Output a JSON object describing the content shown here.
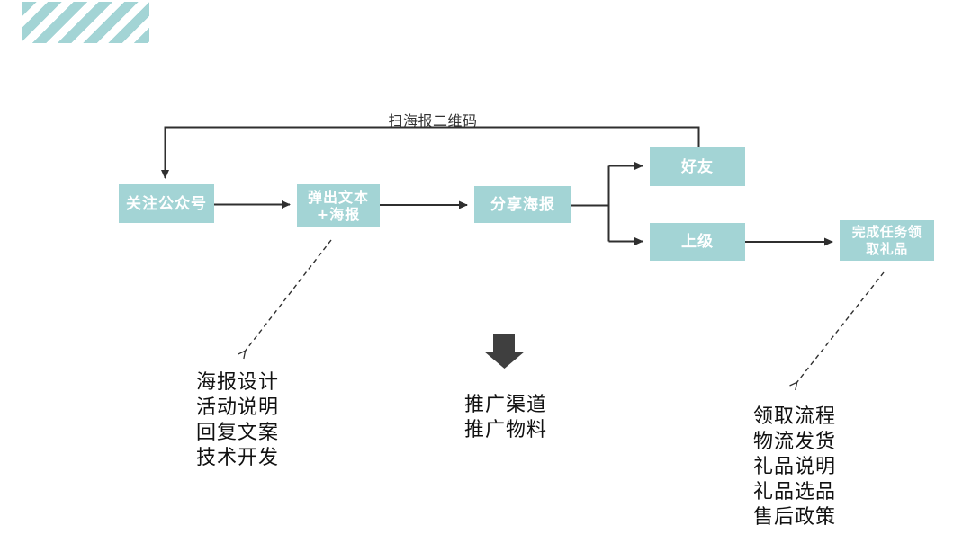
{
  "colors": {
    "background": "#ffffff",
    "box_fill": "#a3d4d5",
    "box_text": "#ffffff",
    "line": "#2f2f2f",
    "note_text": "#111111",
    "block_arrow": "#3f3f3f",
    "stripe": "#a3d4d5"
  },
  "decoration": {
    "stripe_block": "diagonal-stripes-decoration"
  },
  "flow": {
    "scan_label": "扫海报二维码",
    "nodes": [
      {
        "id": "follow-account",
        "label": "关注公众号"
      },
      {
        "id": "popup-text-poster",
        "line1": "弹出文本",
        "line2": "+海报"
      },
      {
        "id": "share-poster",
        "label": "分享海报"
      },
      {
        "id": "friend",
        "label": "好友"
      },
      {
        "id": "superior",
        "label": "上级"
      },
      {
        "id": "complete-task",
        "line1": "完成任务领",
        "line2": "取礼品"
      }
    ]
  },
  "notes": {
    "left": [
      "海报设计",
      "活动说明",
      "回复文案",
      "技术开发"
    ],
    "middle": [
      "推广渠道",
      "推广物料"
    ],
    "right": [
      "领取流程",
      "物流发货",
      "礼品说明",
      "礼品选品",
      "售后政策"
    ]
  }
}
